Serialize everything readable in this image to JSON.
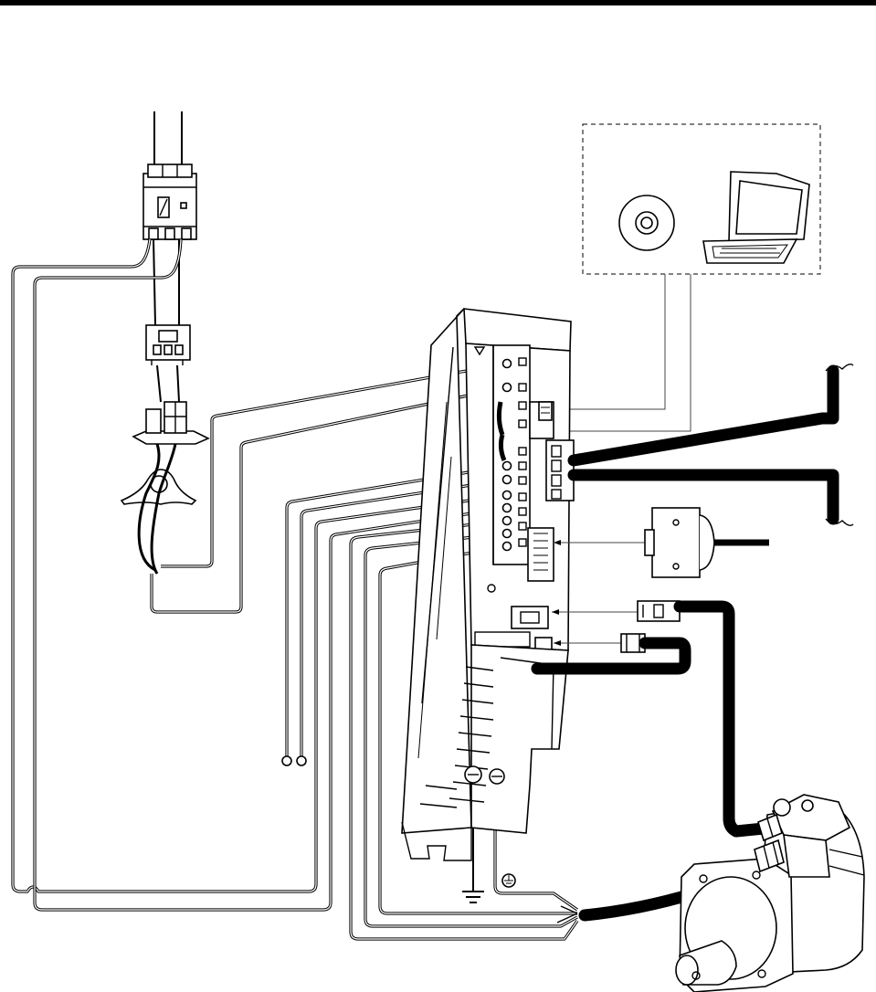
{
  "diagram": {
    "components": [
      {
        "id": "circuit-breaker"
      },
      {
        "id": "magnetic-contactor"
      },
      {
        "id": "line-noise-filter"
      },
      {
        "id": "data-line-filter"
      },
      {
        "id": "setup-software-cd"
      },
      {
        "id": "personal-computer"
      },
      {
        "id": "servo-amplifier"
      },
      {
        "id": "cn1-io-connector"
      },
      {
        "id": "encoder-connector"
      },
      {
        "id": "servo-motor"
      }
    ],
    "colors": {
      "ink": "#000000",
      "paper": "#ffffff"
    }
  }
}
